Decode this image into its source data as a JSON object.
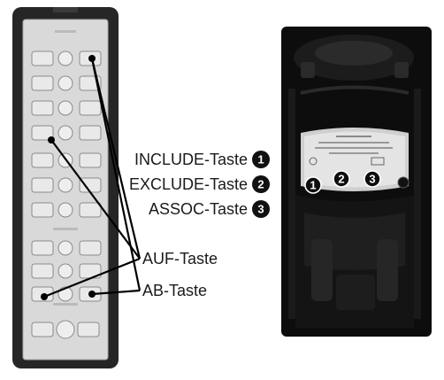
{
  "labels": {
    "include": "INCLUDE-Taste",
    "exclude": "EXCLUDE-Taste",
    "assoc": "ASSOC-Taste",
    "auf": "AUF-Taste",
    "ab": "AB-Taste"
  },
  "badges": {
    "include": "1",
    "exclude": "2",
    "assoc": "3"
  },
  "device_numbers": {
    "one": "1",
    "two": "2",
    "three": "3"
  }
}
